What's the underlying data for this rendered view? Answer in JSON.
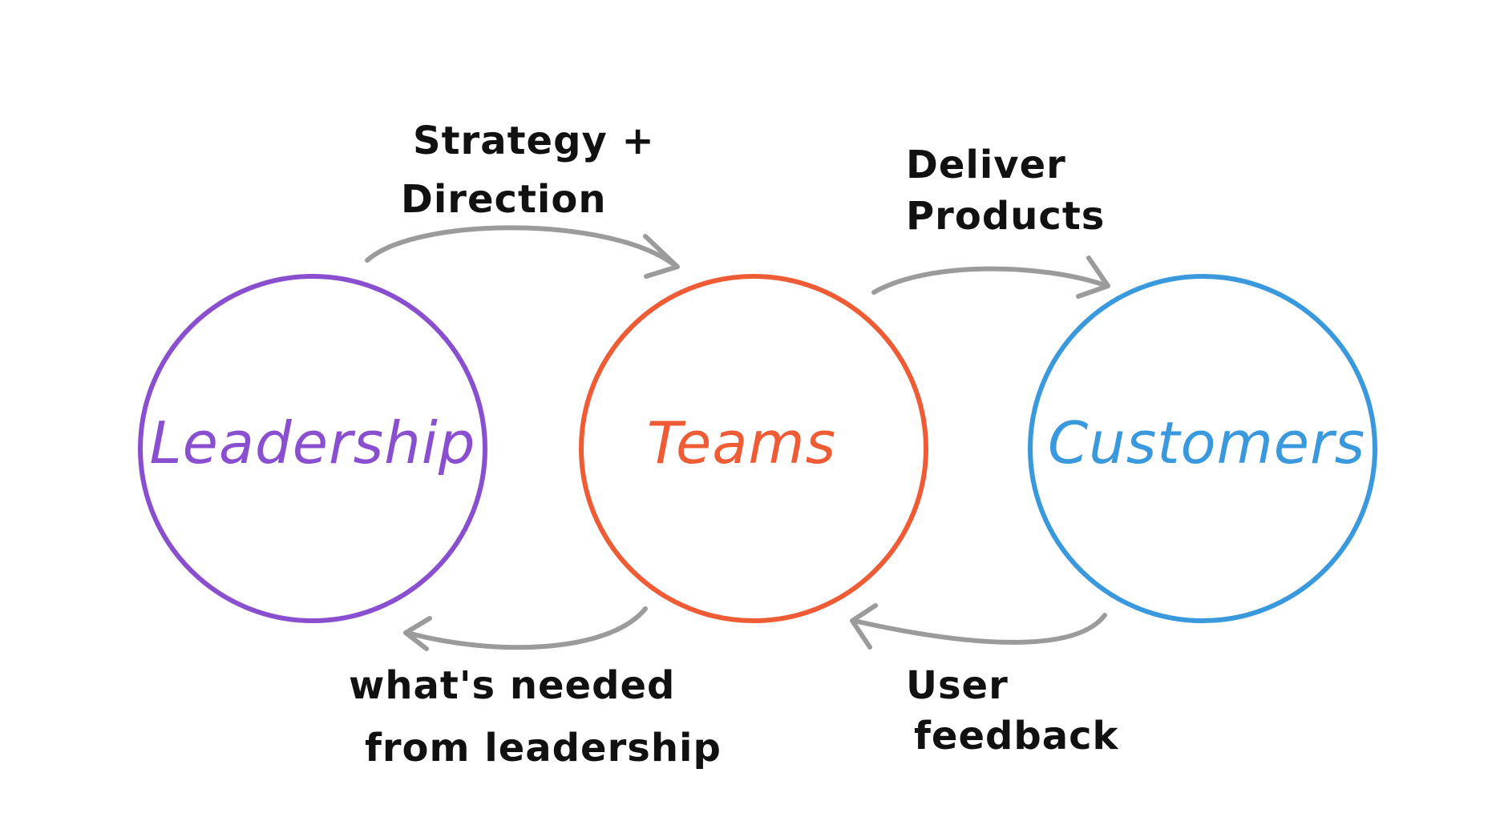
{
  "colors": {
    "background": "#ffffff",
    "leadership": "#8a4fcf",
    "teams": "#ee5b35",
    "customers": "#3a98dc",
    "arrow": "#9b9b9b",
    "text": "#111111"
  },
  "nodes": {
    "leadership": {
      "label": "Leadership"
    },
    "teams": {
      "label": "Teams"
    },
    "customers": {
      "label": "Customers"
    }
  },
  "edges": {
    "strategy": {
      "line1": "Strategy +",
      "line2": "Direction"
    },
    "deliver": {
      "line1": "Deliver",
      "line2": "Products"
    },
    "needed": {
      "line1": "what's needed",
      "line2": "from leadership"
    },
    "feedback": {
      "line1": "User",
      "line2": "feedback"
    }
  }
}
